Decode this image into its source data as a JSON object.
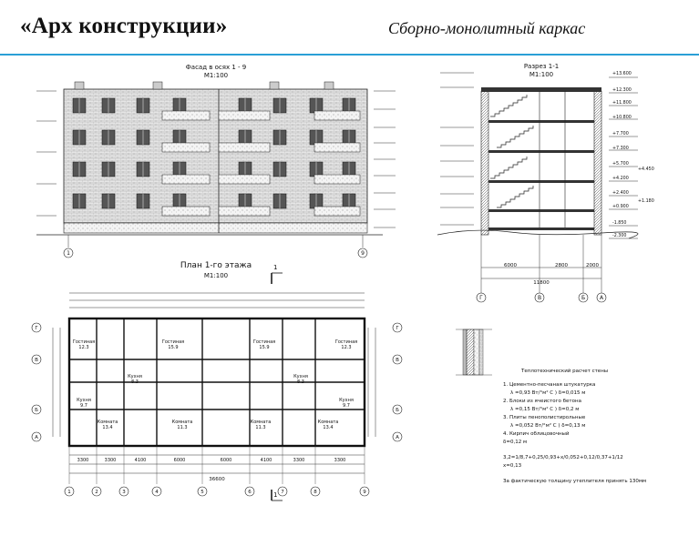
{
  "header": {
    "title": "«Арх конструкции»",
    "subtitle": "Сборно-монолитный каркас"
  },
  "facade": {
    "title": "Фасад в осях 1 - 9",
    "scale": "М1:100",
    "axis_left": "1",
    "axis_right": "9"
  },
  "section": {
    "title": "Разрез 1-1",
    "scale": "М1:100",
    "dim_total": "11800",
    "dims": [
      "6000",
      "2800",
      "2000"
    ],
    "axes": [
      "Г",
      "В",
      "Б",
      "А"
    ],
    "level_labels": [
      "+13.600",
      "+12.300",
      "+11.800",
      "+10.800",
      "+7.700",
      "+7.300",
      "+5.700",
      "+4.200",
      "+4.450",
      "+2.400",
      "+1.180",
      "+0.900",
      "-1.850",
      "-2.300"
    ]
  },
  "plan": {
    "title": "План 1-го этажа",
    "scale": "М1:100",
    "section_mark": "1",
    "dim_total": "36600",
    "dims_bottom": [
      "3300",
      "3300",
      "4100",
      "6000",
      "6000",
      "4100",
      "3300",
      "3300"
    ],
    "axes_bottom": [
      "1",
      "2",
      "3",
      "4",
      "5",
      "6",
      "7",
      "8",
      "9"
    ],
    "axes_left": [
      "Г",
      "В",
      "Б",
      "А"
    ],
    "rooms": [
      {
        "name": "Гостиная",
        "area": "12.3"
      },
      {
        "name": "Гостиная",
        "area": "15.9"
      },
      {
        "name": "Гостиная",
        "area": "15.9"
      },
      {
        "name": "Гостиная",
        "area": "12.3"
      },
      {
        "name": "Комната",
        "area": "13.4"
      },
      {
        "name": "Комната",
        "area": "11.3"
      },
      {
        "name": "Комната",
        "area": "11.3"
      },
      {
        "name": "Комната",
        "area": "13.4"
      },
      {
        "name": "Кухня",
        "area": "8.3"
      },
      {
        "name": "Кухня",
        "area": "8.3"
      },
      {
        "name": "Кухня",
        "area": "9.7"
      },
      {
        "name": "Кухня",
        "area": "9.7"
      }
    ]
  },
  "thermal": {
    "title": "Теплотехнический расчет стены",
    "items": [
      "1. Цементно-песчаная штукатурка",
      "λ =0,93 Вт/°м² С )      δ=0,015 м",
      "2. Блоки из ячеистого бетона",
      "λ =0,15 Вт/°м² С )      δ=0,2 м",
      "3. Плиты пенополистирольные",
      "λ =0,052 Вт/°м² С )      δ=0,13 м",
      "4. Кирпич облицовочный",
      "δ=0,12 м",
      "3,2=1/8,7+0,25/0,93+х/0,052+0,12/0,37+1/12",
      "х=0,13",
      "За фактическую толщину утеплителя принять 130мм"
    ]
  }
}
